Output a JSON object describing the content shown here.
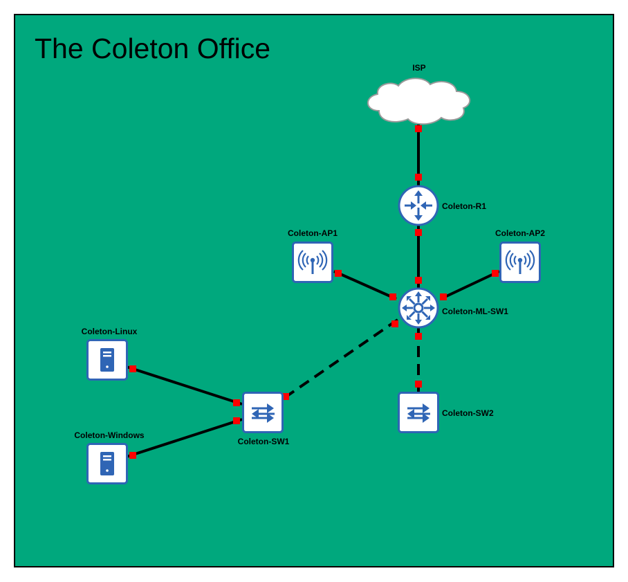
{
  "diagram": {
    "title": "The Coleton Office",
    "background_color": "#00a87d",
    "device_color": "#2f65b5",
    "port_color": "#ff0000",
    "nodes": {
      "isp": {
        "label": "ISP",
        "type": "cloud-icon"
      },
      "router": {
        "label": "Coleton-R1",
        "type": "router-icon"
      },
      "ap1": {
        "label": "Coleton-AP1",
        "type": "wireless-access-point-icon"
      },
      "ap2": {
        "label": "Coleton-AP2",
        "type": "wireless-access-point-icon"
      },
      "ml_switch": {
        "label": "Coleton-ML-SW1",
        "type": "multilayer-switch-icon"
      },
      "sw1": {
        "label": "Coleton-SW1",
        "type": "switch-icon"
      },
      "sw2": {
        "label": "Coleton-SW2",
        "type": "switch-icon"
      },
      "linux": {
        "label": "Coleton-Linux",
        "type": "server-icon"
      },
      "windows": {
        "label": "Coleton-Windows",
        "type": "server-icon"
      }
    },
    "links": [
      {
        "from": "isp",
        "to": "router",
        "style": "solid"
      },
      {
        "from": "router",
        "to": "ml_switch",
        "style": "solid"
      },
      {
        "from": "ap1",
        "to": "ml_switch",
        "style": "solid"
      },
      {
        "from": "ap2",
        "to": "ml_switch",
        "style": "solid"
      },
      {
        "from": "ml_switch",
        "to": "sw1",
        "style": "dashed"
      },
      {
        "from": "ml_switch",
        "to": "sw2",
        "style": "dashed"
      },
      {
        "from": "linux",
        "to": "sw1",
        "style": "solid"
      },
      {
        "from": "windows",
        "to": "sw1",
        "style": "solid"
      }
    ]
  }
}
